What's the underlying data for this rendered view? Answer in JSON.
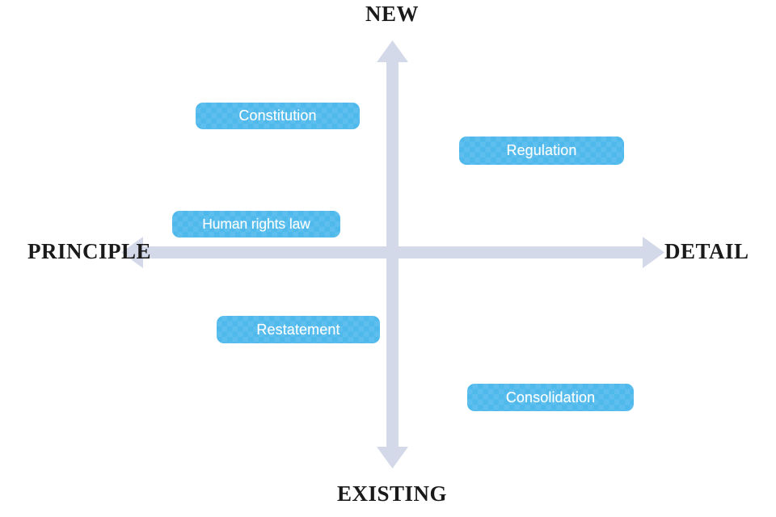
{
  "diagram": {
    "title": "Principle-Detail vs New-Existing legal instrument quadrant",
    "background_color": "#FFFFFF",
    "axis_color": "#D3D9E9",
    "node_color": "#4FB9EC",
    "node_text_color": "#FFFFFF"
  },
  "axes": {
    "vertical": {
      "top_label": "NEW",
      "bottom_label": "EXISTING"
    },
    "horizontal": {
      "left_label": "PRINCIPLE",
      "right_label": "DETAIL"
    }
  },
  "nodes": [
    {
      "id": "constitution",
      "label": "Constitution",
      "quadrant": "new-principle"
    },
    {
      "id": "regulation",
      "label": "Regulation",
      "quadrant": "new-detail"
    },
    {
      "id": "human-rights-law",
      "label": "Human rights law",
      "quadrant": "new-principle"
    },
    {
      "id": "restatement",
      "label": "Restatement",
      "quadrant": "existing-principle"
    },
    {
      "id": "consolidation",
      "label": "Consolidation",
      "quadrant": "existing-detail"
    }
  ],
  "chart_data": {
    "type": "scatter",
    "title": "",
    "xlabel": "PRINCIPLE ↔ DETAIL",
    "ylabel": "EXISTING ↔ NEW",
    "xlim": [
      -1,
      1
    ],
    "ylim": [
      -1,
      1
    ],
    "grid": false,
    "legend": "none",
    "points": [
      {
        "label": "Constitution",
        "x": -0.34,
        "y": 0.62
      },
      {
        "label": "Regulation",
        "x": 0.37,
        "y": 0.47
      },
      {
        "label": "Human rights law",
        "x": -0.41,
        "y": 0.18
      },
      {
        "label": "Restatement",
        "x": -0.26,
        "y": -0.3
      },
      {
        "label": "Consolidation",
        "x": 0.4,
        "y": -0.6
      }
    ],
    "quadrant_labels": {
      "top": "NEW",
      "bottom": "EXISTING",
      "left": "PRINCIPLE",
      "right": "DETAIL"
    }
  }
}
